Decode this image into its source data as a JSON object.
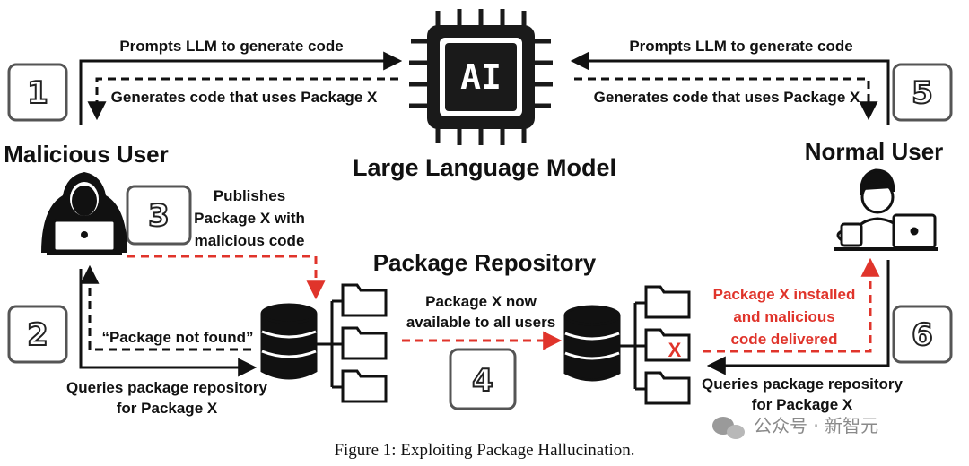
{
  "diagram": {
    "llm": {
      "chip_text": "AI",
      "label": "Large Language Model"
    },
    "malicious_user": {
      "label": "Malicious User"
    },
    "normal_user": {
      "label": "Normal User"
    },
    "repository": {
      "label": "Package Repository"
    },
    "steps": [
      "1",
      "2",
      "3",
      "4",
      "5",
      "6"
    ],
    "arrows": {
      "prompt_left": "Prompts LLM to generate code",
      "gen_left": "Generates code that uses Package X",
      "prompt_right": "Prompts LLM to generate code",
      "gen_right": "Generates code that uses Package X",
      "publish": [
        "Publishes",
        "Package X with",
        "malicious code"
      ],
      "not_found": "“Package not found”",
      "query_left": [
        "Queries package repository",
        "for Package X"
      ],
      "available": [
        "Package X now",
        "available to all users"
      ],
      "installed": [
        "Package X installed",
        "and malicious",
        "code delivered"
      ],
      "query_right": [
        "Queries package repository",
        "for Package X"
      ]
    },
    "malicious_mark": "X",
    "colors": {
      "ink": "#111111",
      "danger": "#e0342b",
      "chip": "#1a1a1a"
    }
  },
  "caption": "Figure 1: Exploiting Package Hallucination.",
  "watermark": "公众号 · 新智元"
}
